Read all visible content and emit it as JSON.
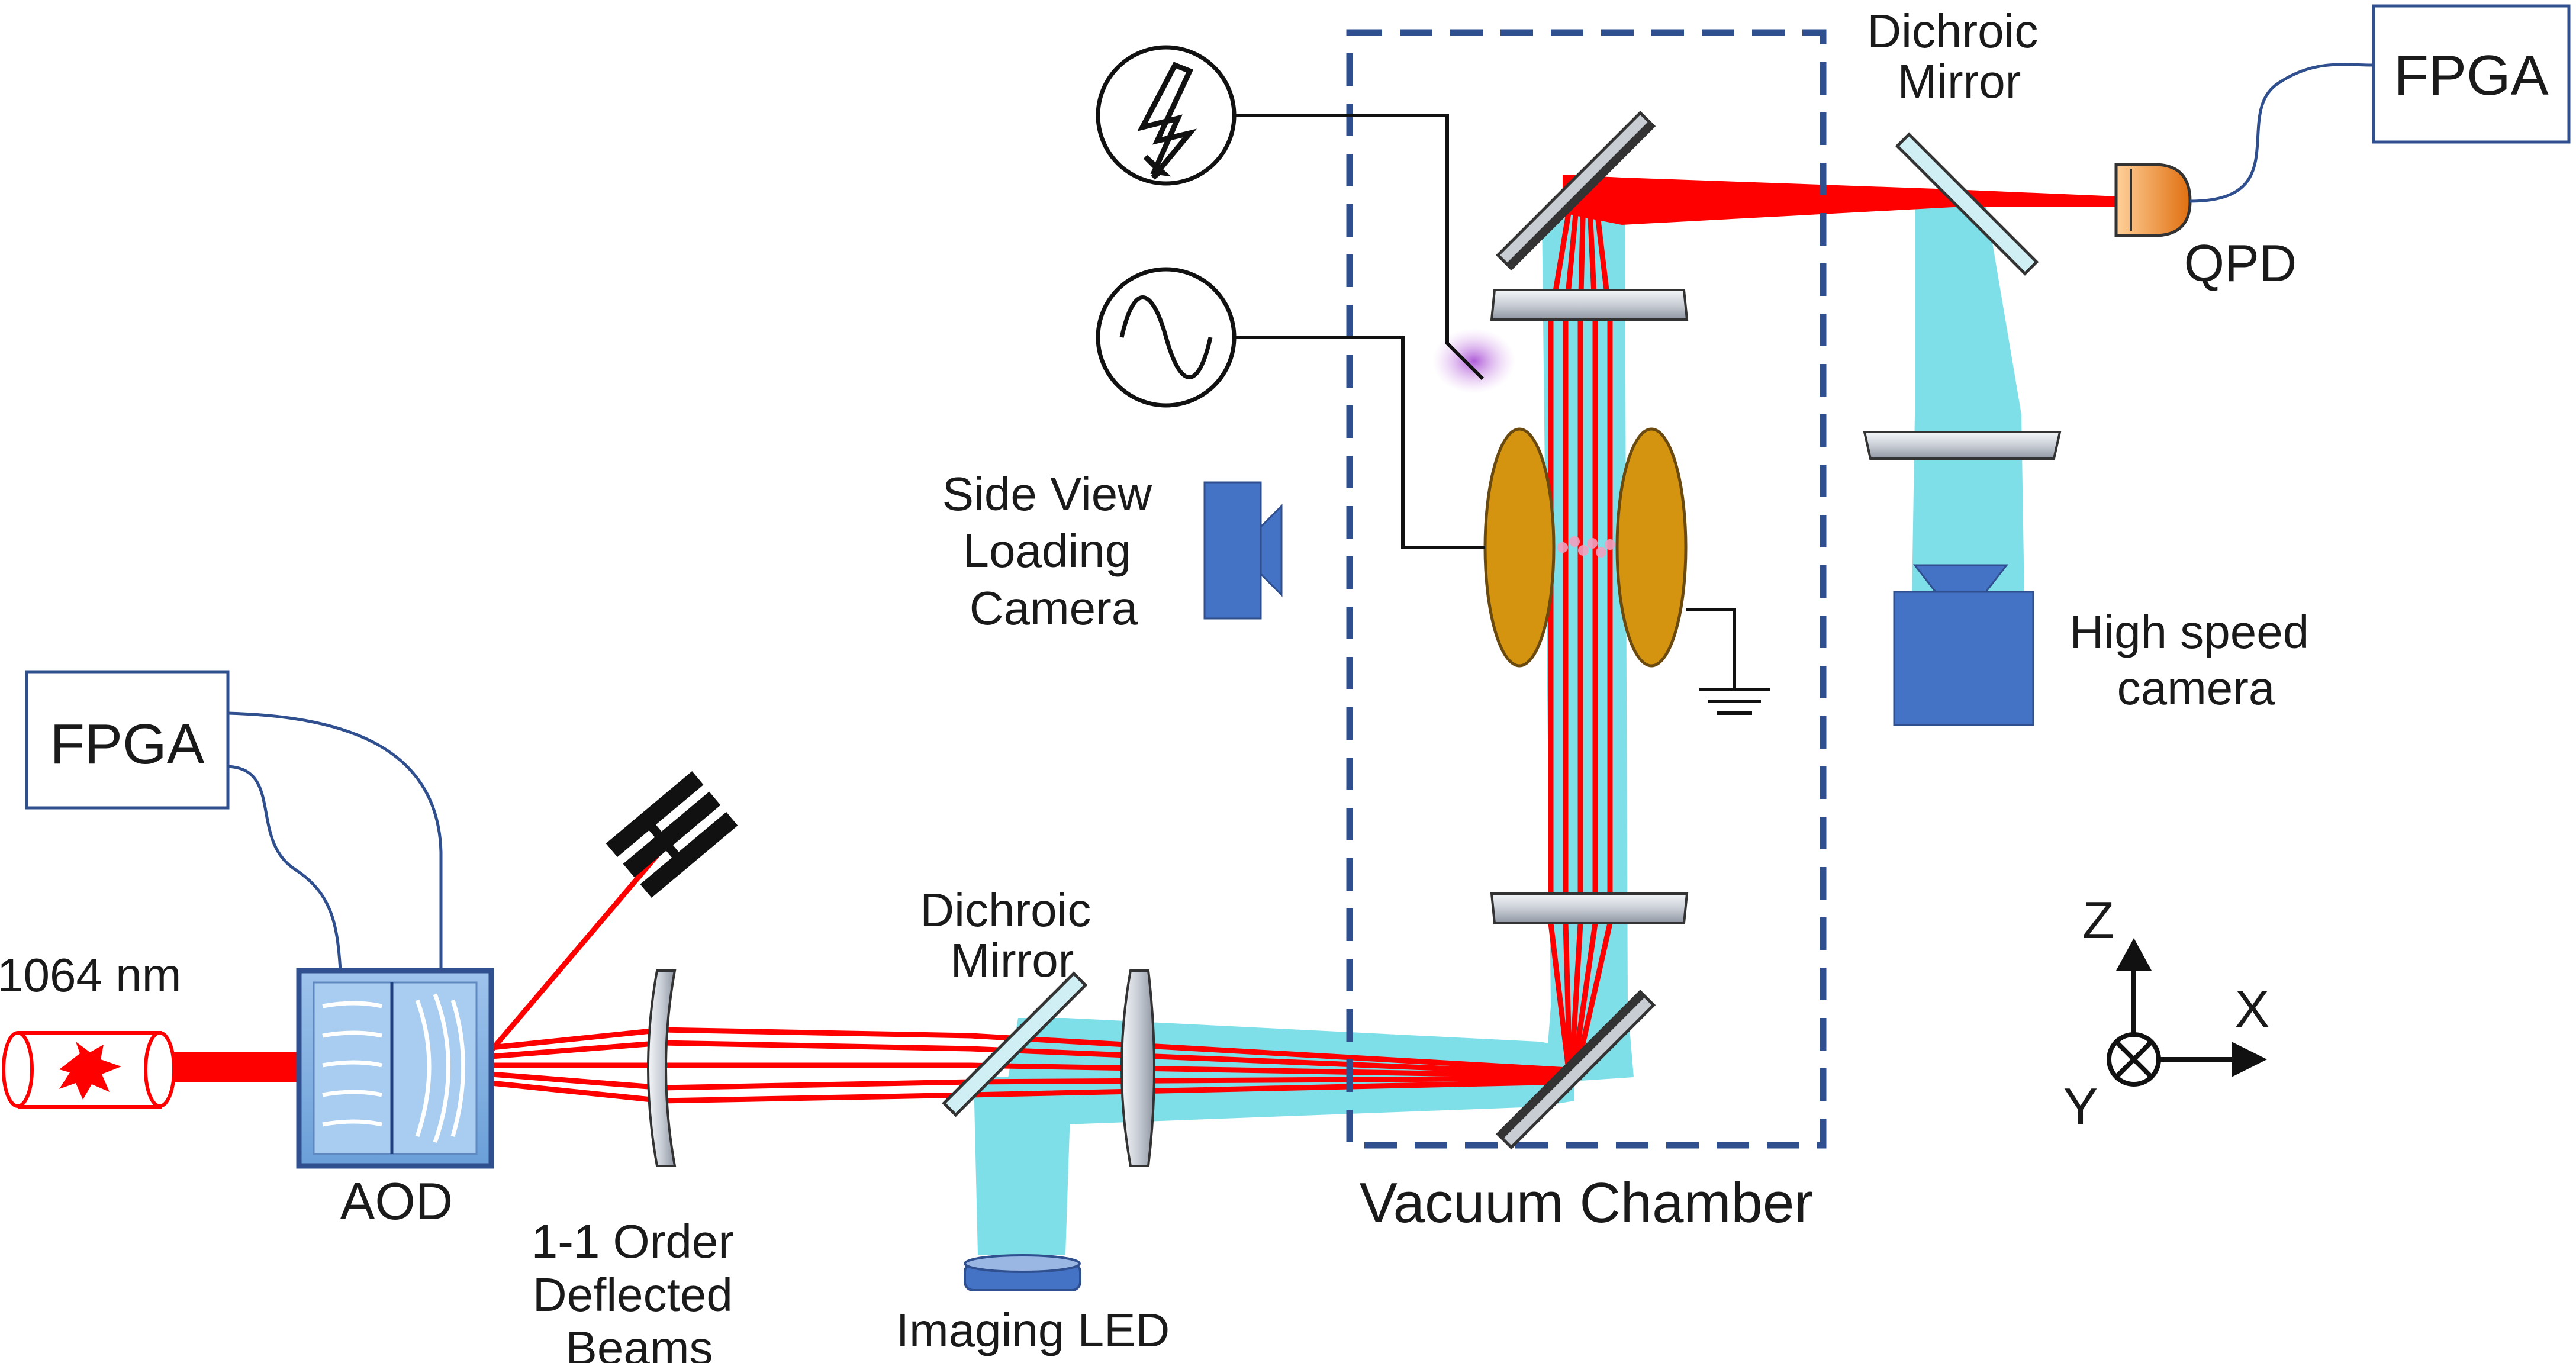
{
  "labels": {
    "fpga_left": "FPGA",
    "fpga_right": "FPGA",
    "wavelength": "1064 nm",
    "aod": "AOD",
    "deflected_beams": [
      "1-1 Order",
      "Deflected",
      "Beams"
    ],
    "dichroic_left": [
      "Dichroic",
      "Mirror"
    ],
    "dichroic_right": [
      "Dichroic",
      "Mirror"
    ],
    "imaging_led": "Imaging LED",
    "side_view_camera": [
      "Side View",
      "Loading",
      "Camera"
    ],
    "vacuum_chamber": "Vacuum Chamber",
    "qpd": "QPD",
    "high_speed_camera": [
      "High speed",
      "camera"
    ],
    "axis_z": "Z",
    "axis_x": "X",
    "axis_y": "Y"
  },
  "icons": {
    "hv_source": "high-voltage-lightning-icon",
    "ac_source": "ac-sine-wave-icon",
    "ground": "ground-icon"
  },
  "colors": {
    "laser": "#ff0000",
    "imaging_light": "#7fdfe8",
    "chamber_border": "#2f4f8f",
    "camera": "#4472c4",
    "electrodes": "#d4940f",
    "qpd": "#f08a24",
    "plasma": "#c080e0"
  }
}
